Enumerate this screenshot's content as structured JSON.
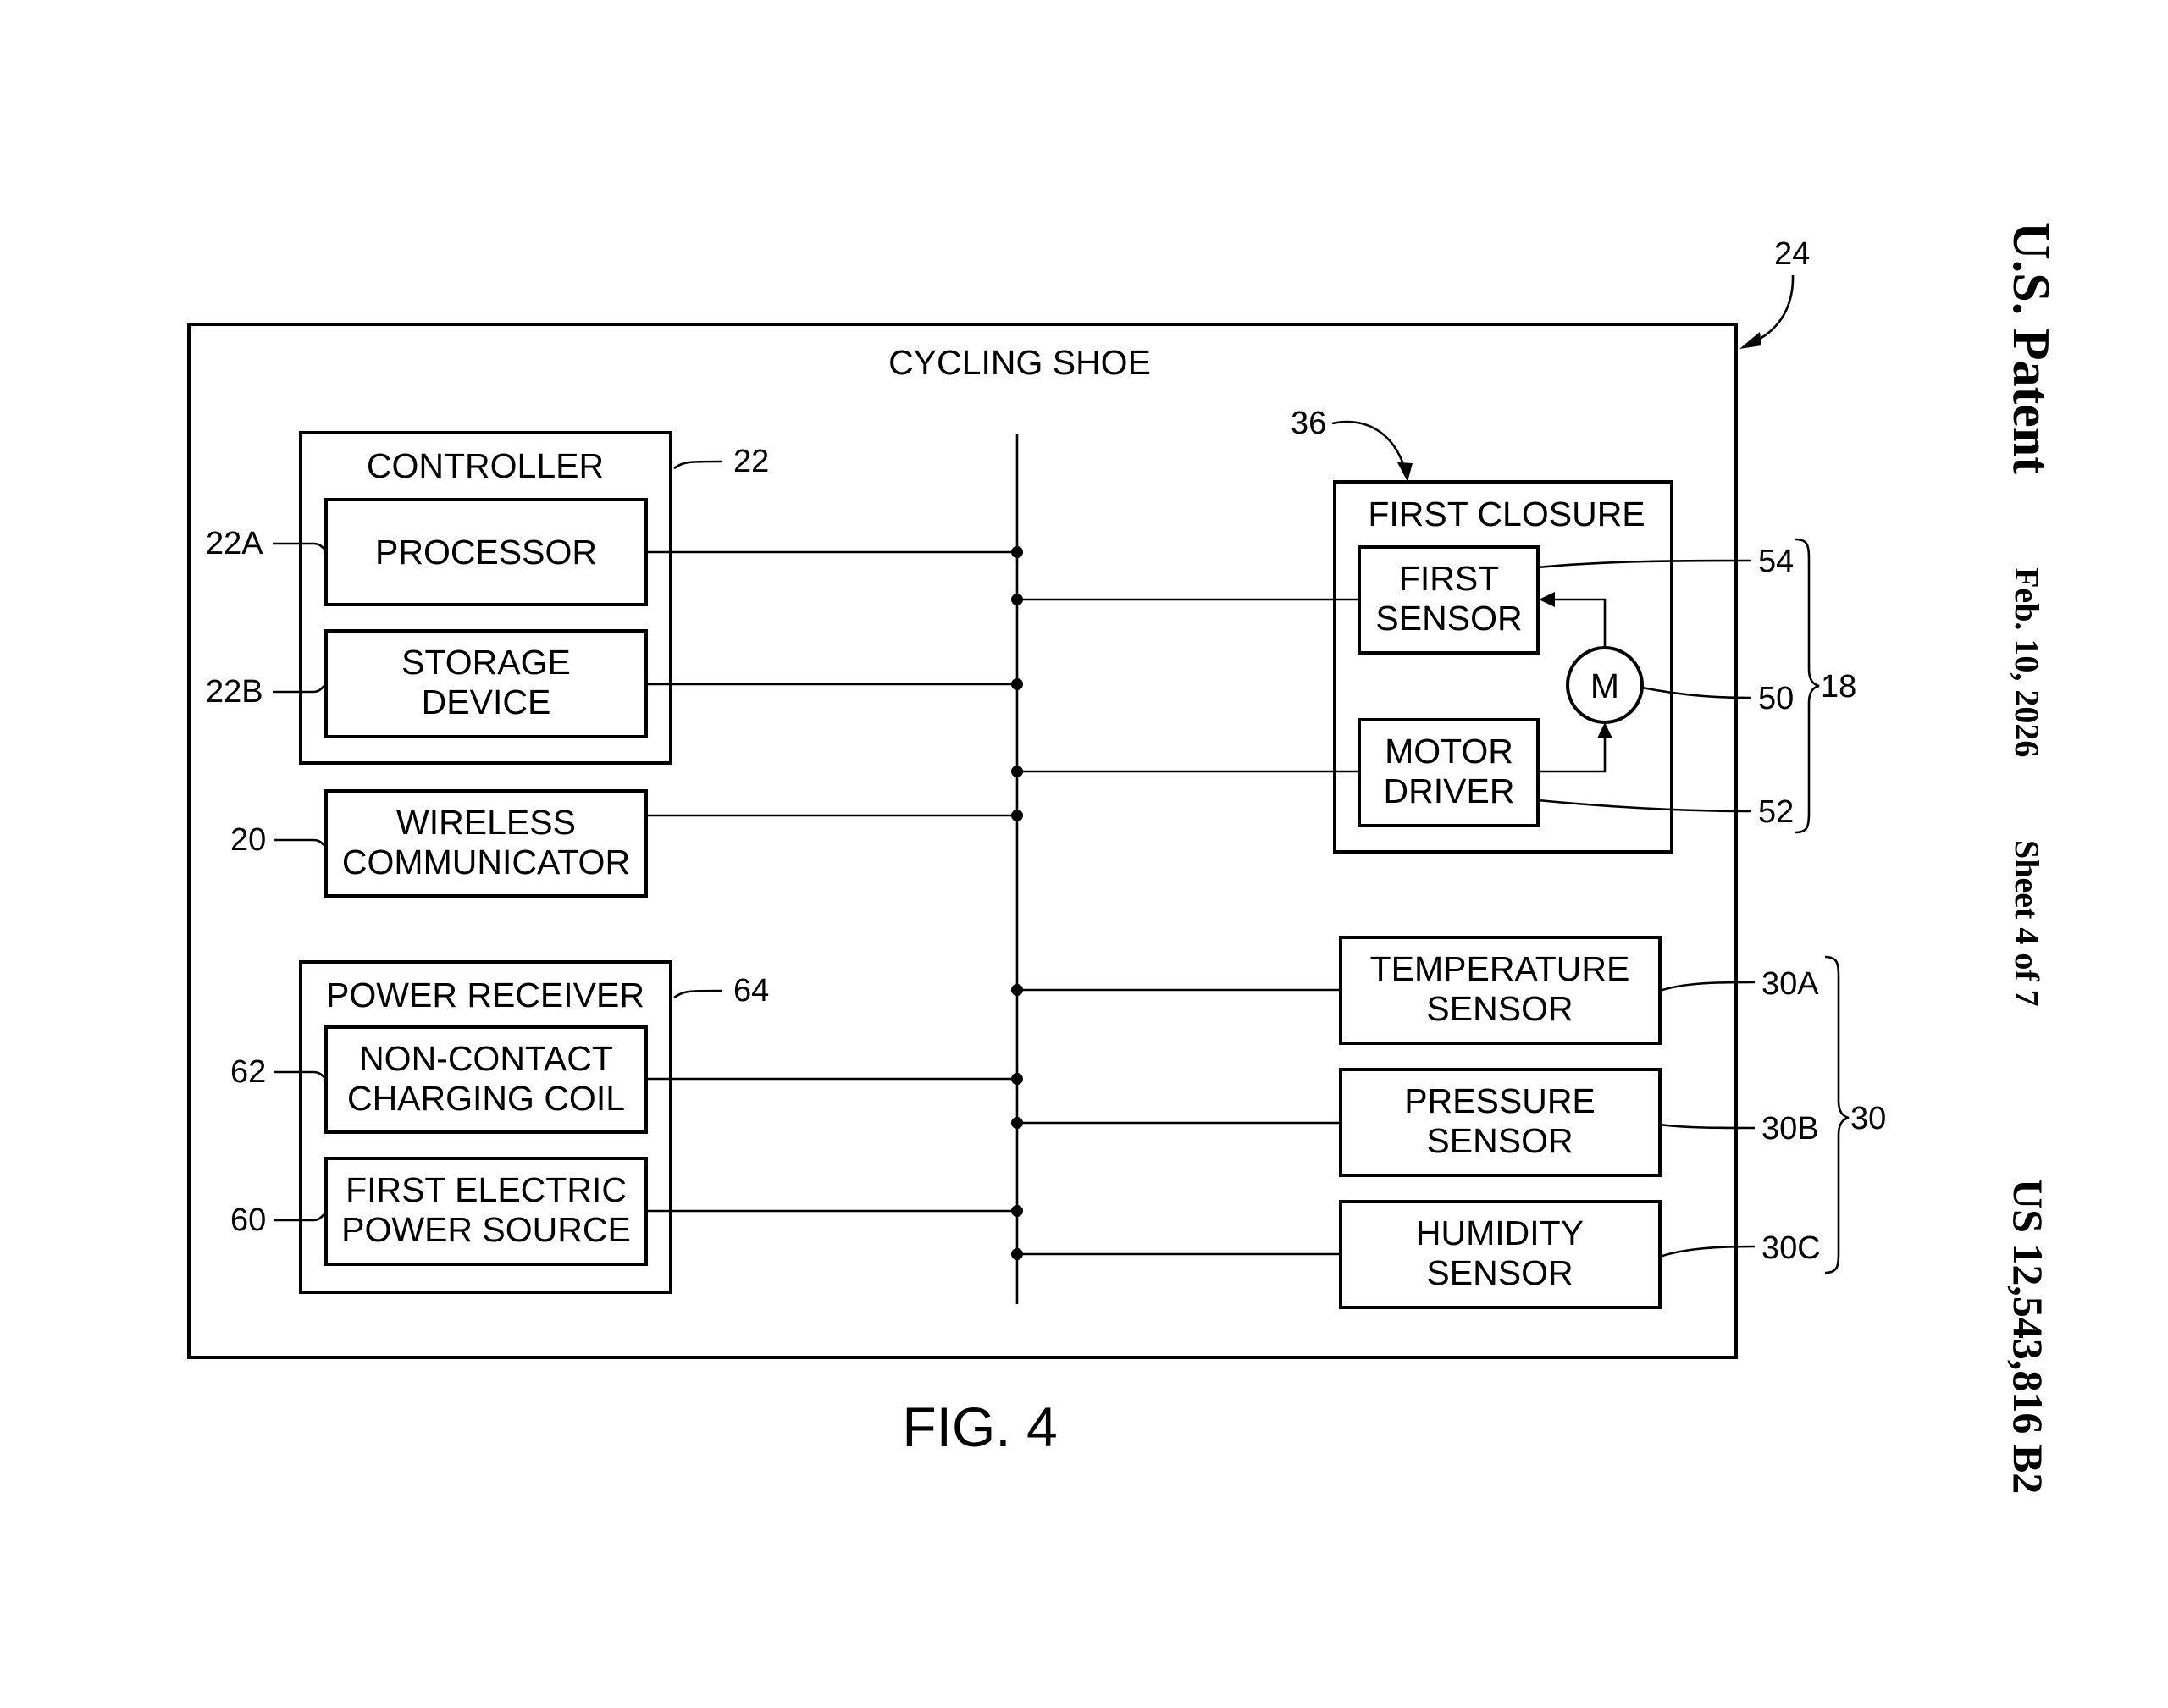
{
  "header": {
    "title": "U.S. Patent",
    "date": "Feb. 10, 2026",
    "sheet": "Sheet 4 of 7",
    "patent_number": "US 12,543,816 B2"
  },
  "figure": {
    "caption": "FIG. 4",
    "system_label": "CYCLING SHOE",
    "system_ref": "24"
  },
  "blocks": {
    "controller": {
      "title": "CONTROLLER",
      "ref": "22"
    },
    "processor": {
      "line1": "PROCESSOR",
      "ref": "22A"
    },
    "storage": {
      "line1": "STORAGE",
      "line2": "DEVICE",
      "ref": "22B"
    },
    "wireless": {
      "line1": "WIRELESS",
      "line2": "COMMUNICATOR",
      "ref": "20"
    },
    "power_receiver": {
      "title": "POWER RECEIVER",
      "ref": "64"
    },
    "coil": {
      "line1": "NON-CONTACT",
      "line2": "CHARGING COIL",
      "ref": "62"
    },
    "power_source": {
      "line1": "FIRST ELECTRIC",
      "line2": "POWER SOURCE",
      "ref": "60"
    },
    "first_closure": {
      "title": "FIRST CLOSURE",
      "ref": "36"
    },
    "first_sensor": {
      "line1": "FIRST",
      "line2": "SENSOR",
      "ref": "54"
    },
    "motor": {
      "symbol": "M",
      "ref": "50"
    },
    "motor_driver": {
      "line1": "MOTOR",
      "line2": "DRIVER",
      "ref": "52"
    },
    "closure_group_ref": "18",
    "temperature": {
      "line1": "TEMPERATURE",
      "line2": "SENSOR",
      "ref": "30A"
    },
    "pressure": {
      "line1": "PRESSURE",
      "line2": "SENSOR",
      "ref": "30B"
    },
    "humidity": {
      "line1": "HUMIDITY",
      "line2": "SENSOR",
      "ref": "30C"
    },
    "sensor_group_ref": "30"
  }
}
